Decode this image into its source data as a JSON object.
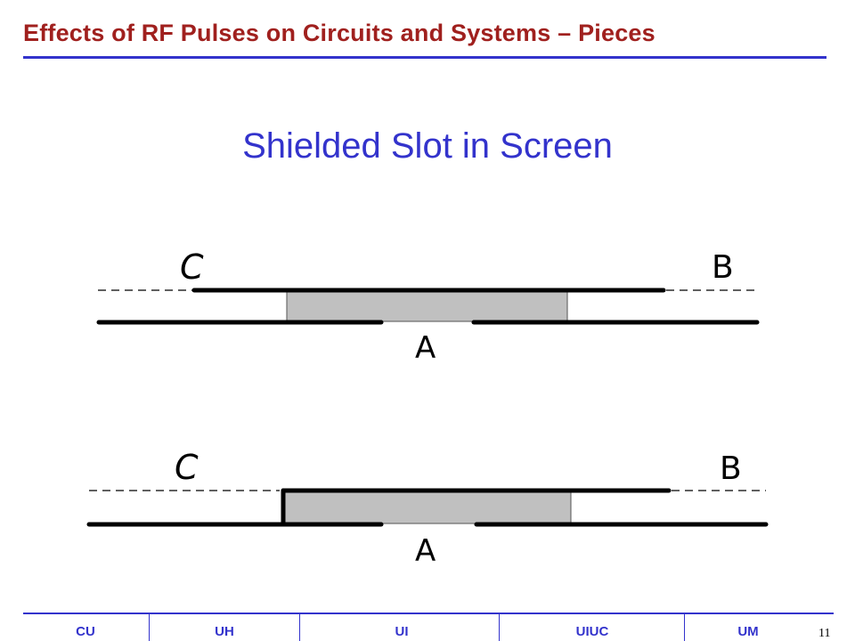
{
  "header": {
    "title": "Effects of RF Pulses on Circuits and Systems – Pieces"
  },
  "slide": {
    "title": "Shielded Slot in Screen"
  },
  "diagrams": [
    {
      "labels": {
        "c": "C",
        "b": "B",
        "a": "A"
      }
    },
    {
      "labels": {
        "c": "C",
        "b": "B",
        "a": "A"
      }
    }
  ],
  "footer": {
    "items": [
      "CU",
      "UH",
      "UI",
      "UIUC",
      "UM"
    ],
    "page_number": "11"
  },
  "colors": {
    "header_text": "#a0201e",
    "accent_blue": "#3333cc",
    "slot_fill": "#c0c0c0"
  }
}
